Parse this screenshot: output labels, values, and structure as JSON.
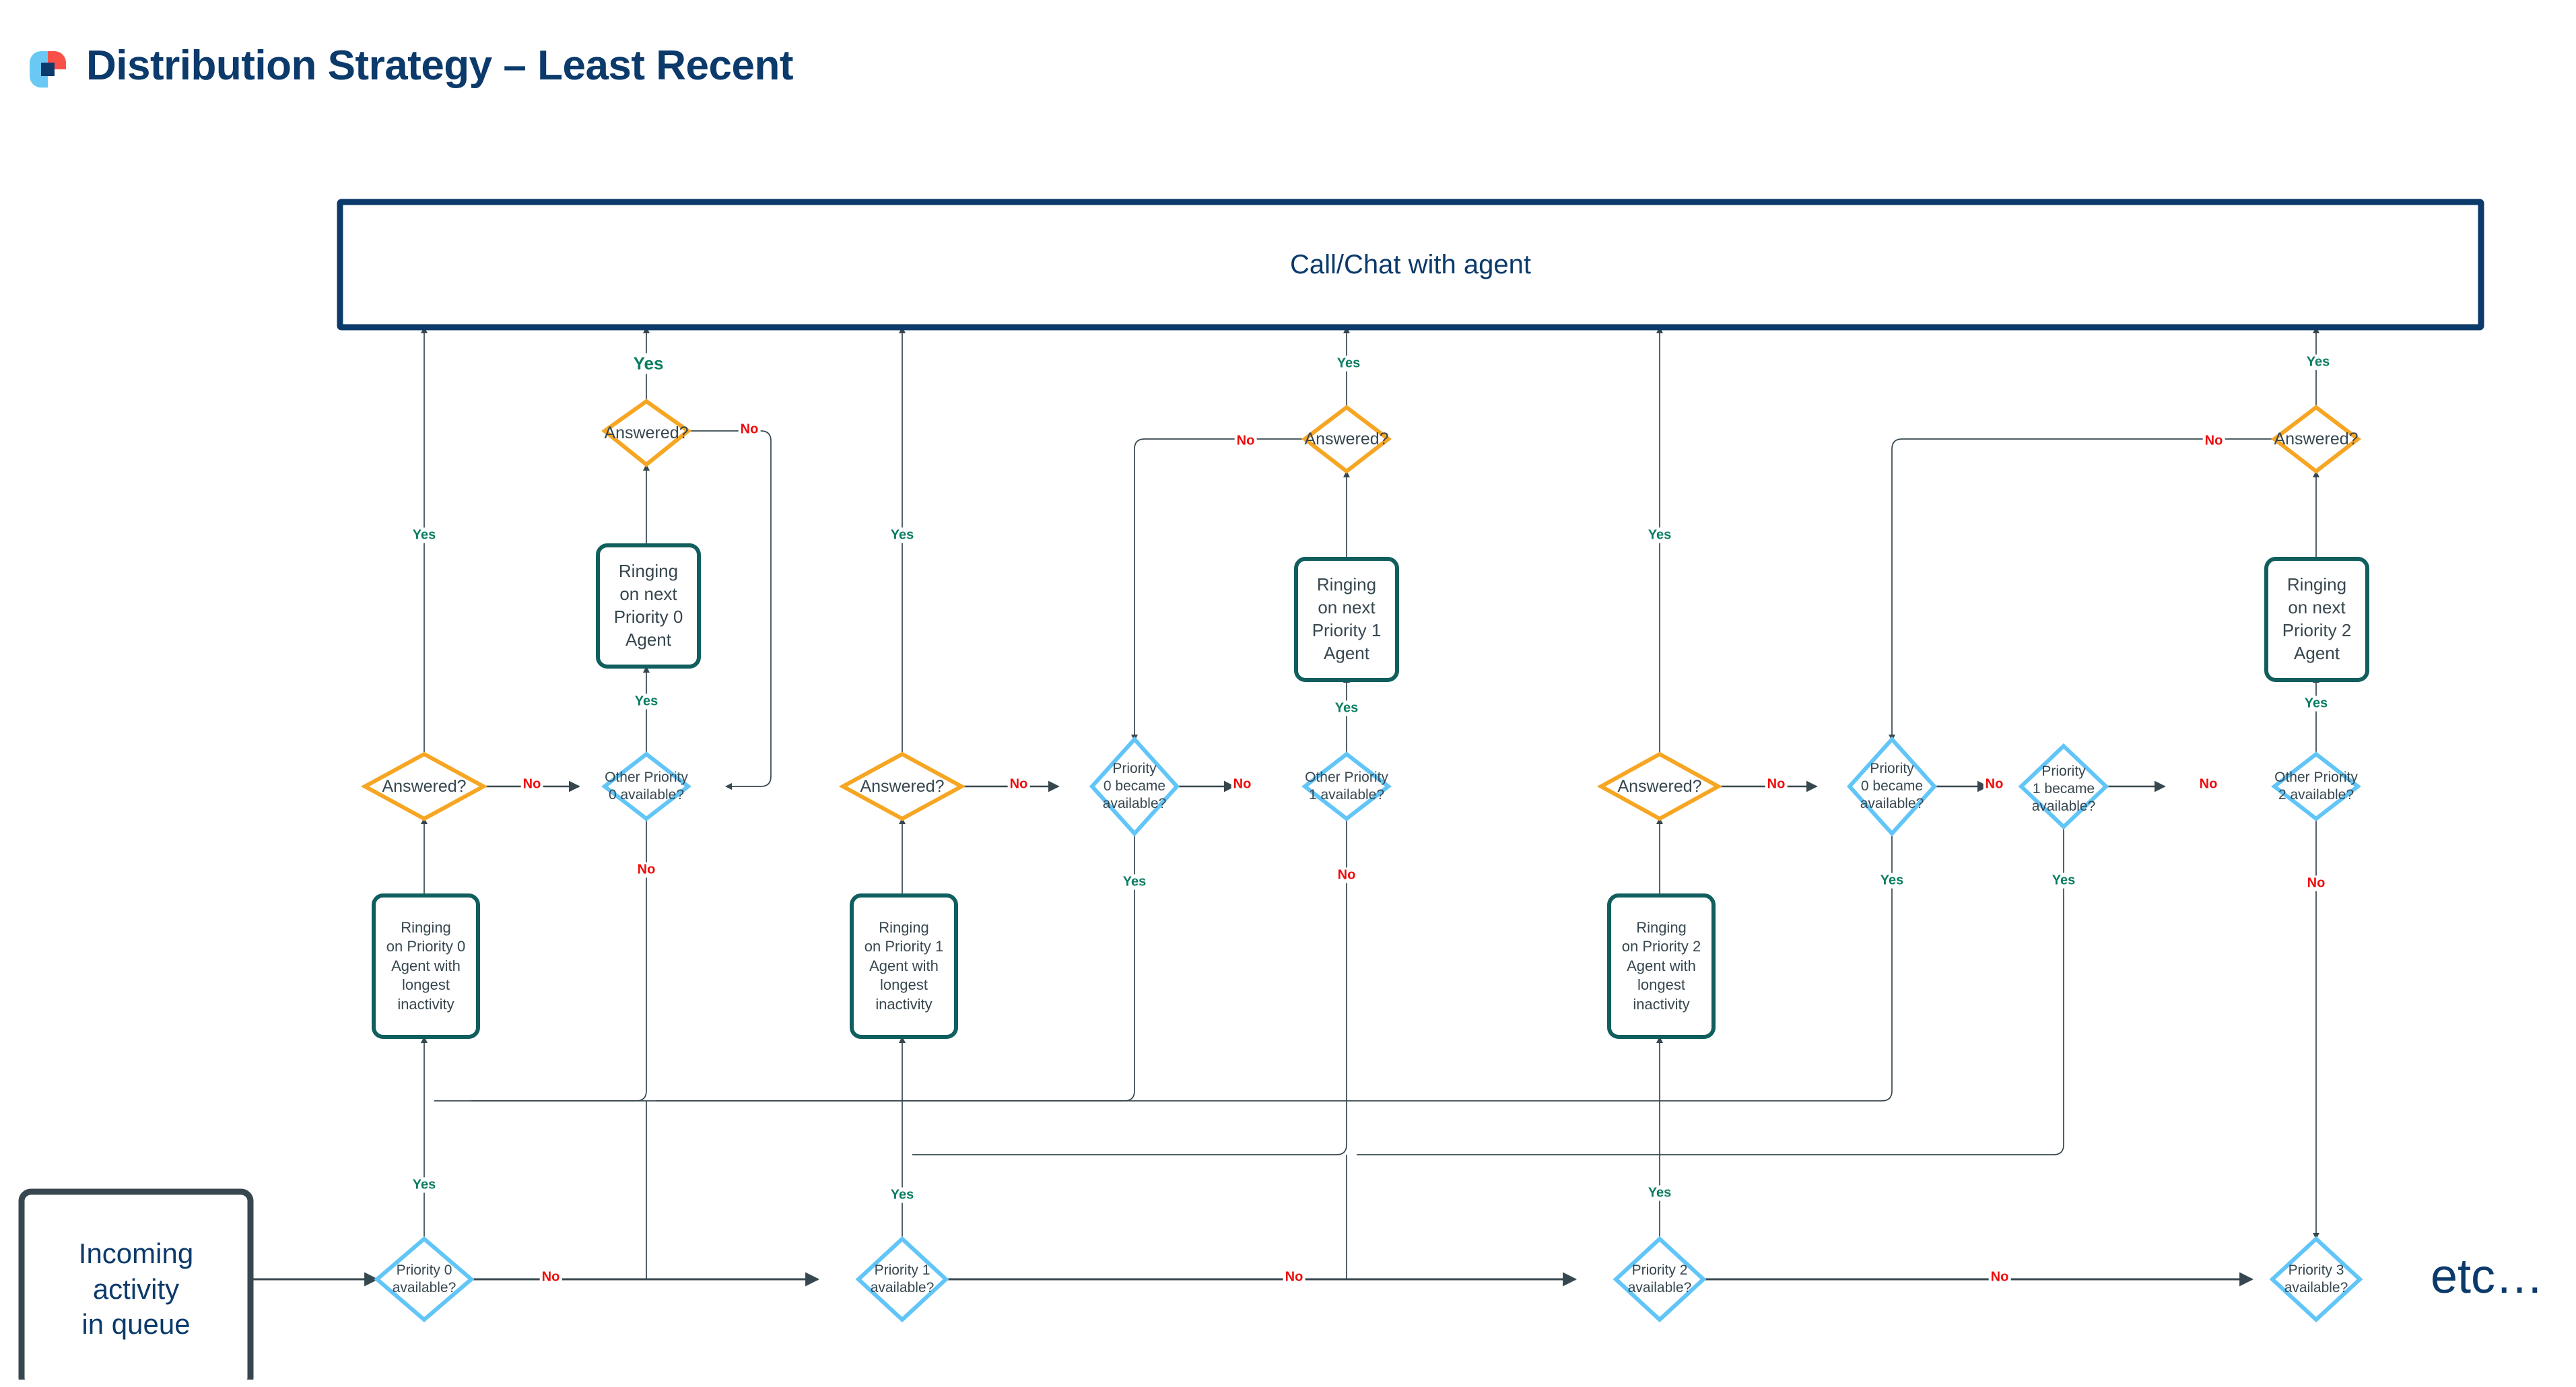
{
  "header": {
    "title": "Distribution Strategy – Least Recent",
    "logo_icon": "app-logo-icon",
    "logo_colors": {
      "red": "#f9514a",
      "light_blue": "#6ac8f5",
      "navy": "#0b3a6b"
    }
  },
  "colors": {
    "banner_border": "#0b3a6b",
    "start_border": "#37474f",
    "decision_blue": "#62c5f7",
    "decision_orange": "#f6a623",
    "process_teal": "#115e5e",
    "yes_label": "#0a7d62",
    "no_label": "#ef0b0b",
    "edge": "#37474f",
    "text": "#37474f",
    "title": "#0b3a6b"
  },
  "nodes": {
    "banner": "Call/Chat with agent",
    "start": "Incoming\nactivity\nin queue",
    "etc": "etc…",
    "p0_available": "Priority 0\navailable?",
    "p1_available": "Priority 1\navailable?",
    "p2_available": "Priority 2\navailable?",
    "p3_available": "Priority 3\navailable?",
    "ring_p0_longest": "Ringing\non Priority 0\nAgent with\nlongest\ninactivity",
    "ring_p1_longest": "Ringing\non Priority 1\nAgent with\nlongest\ninactivity",
    "ring_p2_longest": "Ringing\non Priority 2\nAgent with\nlongest\ninactivity",
    "answered_0a": "Answered?",
    "answered_0b": "Answered?",
    "answered_1a": "Answered?",
    "answered_1b": "Answered?",
    "answered_2a": "Answered?",
    "answered_2b": "Answered?",
    "other_p0_available": "Other Priority\n0 available?",
    "other_p1_available": "Other Priority\n1 available?",
    "other_p2_available": "Other Priority\n2 available?",
    "ring_next_p0": "Ringing\non next\nPriority 0\nAgent",
    "ring_next_p1": "Ringing\non next\nPriority 1\nAgent",
    "ring_next_p2": "Ringing\non next\nPriority 2\nAgent",
    "p0_became_available_c2": "Priority\n0 became\navailable?",
    "p0_became_available_c3": "Priority\n0 became\navailable?",
    "p1_became_available_c3": "Priority\n1 became\navailable?"
  },
  "edge_labels": {
    "yes": "Yes",
    "no": "No"
  },
  "edges": [
    {
      "label": "Yes",
      "from": "p0_available",
      "to": "ring_p0_longest"
    },
    {
      "label": "No",
      "from": "p0_available",
      "to": "p1_available"
    },
    {
      "label": "Yes",
      "from": "answered_0a",
      "to": "banner"
    },
    {
      "label": "No",
      "from": "answered_0a",
      "to": "other_p0_available"
    },
    {
      "label": "Yes",
      "from": "other_p0_available",
      "to": "ring_next_p0"
    },
    {
      "label": "No",
      "from": "other_p0_available",
      "to": "p1_available"
    },
    {
      "label": "Yes",
      "from": "answered_0b",
      "to": "banner"
    },
    {
      "label": "No",
      "from": "answered_0b",
      "to": "other_p0_available"
    },
    {
      "label": "Yes",
      "from": "p1_available",
      "to": "ring_p1_longest"
    },
    {
      "label": "No",
      "from": "p1_available",
      "to": "p2_available"
    },
    {
      "label": "Yes",
      "from": "answered_1a",
      "to": "banner"
    },
    {
      "label": "No",
      "from": "answered_1a",
      "to": "p0_became_available_c2"
    },
    {
      "label": "Yes",
      "from": "p0_became_available_c2",
      "to": "ring_p0_longest"
    },
    {
      "label": "No",
      "from": "p0_became_available_c2",
      "to": "other_p1_available"
    },
    {
      "label": "Yes",
      "from": "other_p1_available",
      "to": "ring_next_p1"
    },
    {
      "label": "No",
      "from": "other_p1_available",
      "to": "p2_available"
    },
    {
      "label": "Yes",
      "from": "answered_1b",
      "to": "banner"
    },
    {
      "label": "No",
      "from": "answered_1b",
      "to": "p0_became_available_c2"
    },
    {
      "label": "Yes",
      "from": "p2_available",
      "to": "ring_p2_longest"
    },
    {
      "label": "No",
      "from": "p2_available",
      "to": "p3_available"
    },
    {
      "label": "Yes",
      "from": "answered_2a",
      "to": "banner"
    },
    {
      "label": "No",
      "from": "answered_2a",
      "to": "p0_became_available_c3"
    },
    {
      "label": "Yes",
      "from": "p0_became_available_c3",
      "to": "ring_p0_longest"
    },
    {
      "label": "No",
      "from": "p0_became_available_c3",
      "to": "p1_became_available_c3"
    },
    {
      "label": "Yes",
      "from": "p1_became_available_c3",
      "to": "ring_p1_longest"
    },
    {
      "label": "No",
      "from": "p1_became_available_c3",
      "to": "other_p2_available"
    },
    {
      "label": "Yes",
      "from": "other_p2_available",
      "to": "ring_next_p2"
    },
    {
      "label": "No",
      "from": "other_p2_available",
      "to": "p3_available"
    },
    {
      "label": "Yes",
      "from": "answered_2b",
      "to": "banner"
    },
    {
      "label": "No",
      "from": "answered_2b",
      "to": "other_p2_available"
    }
  ]
}
